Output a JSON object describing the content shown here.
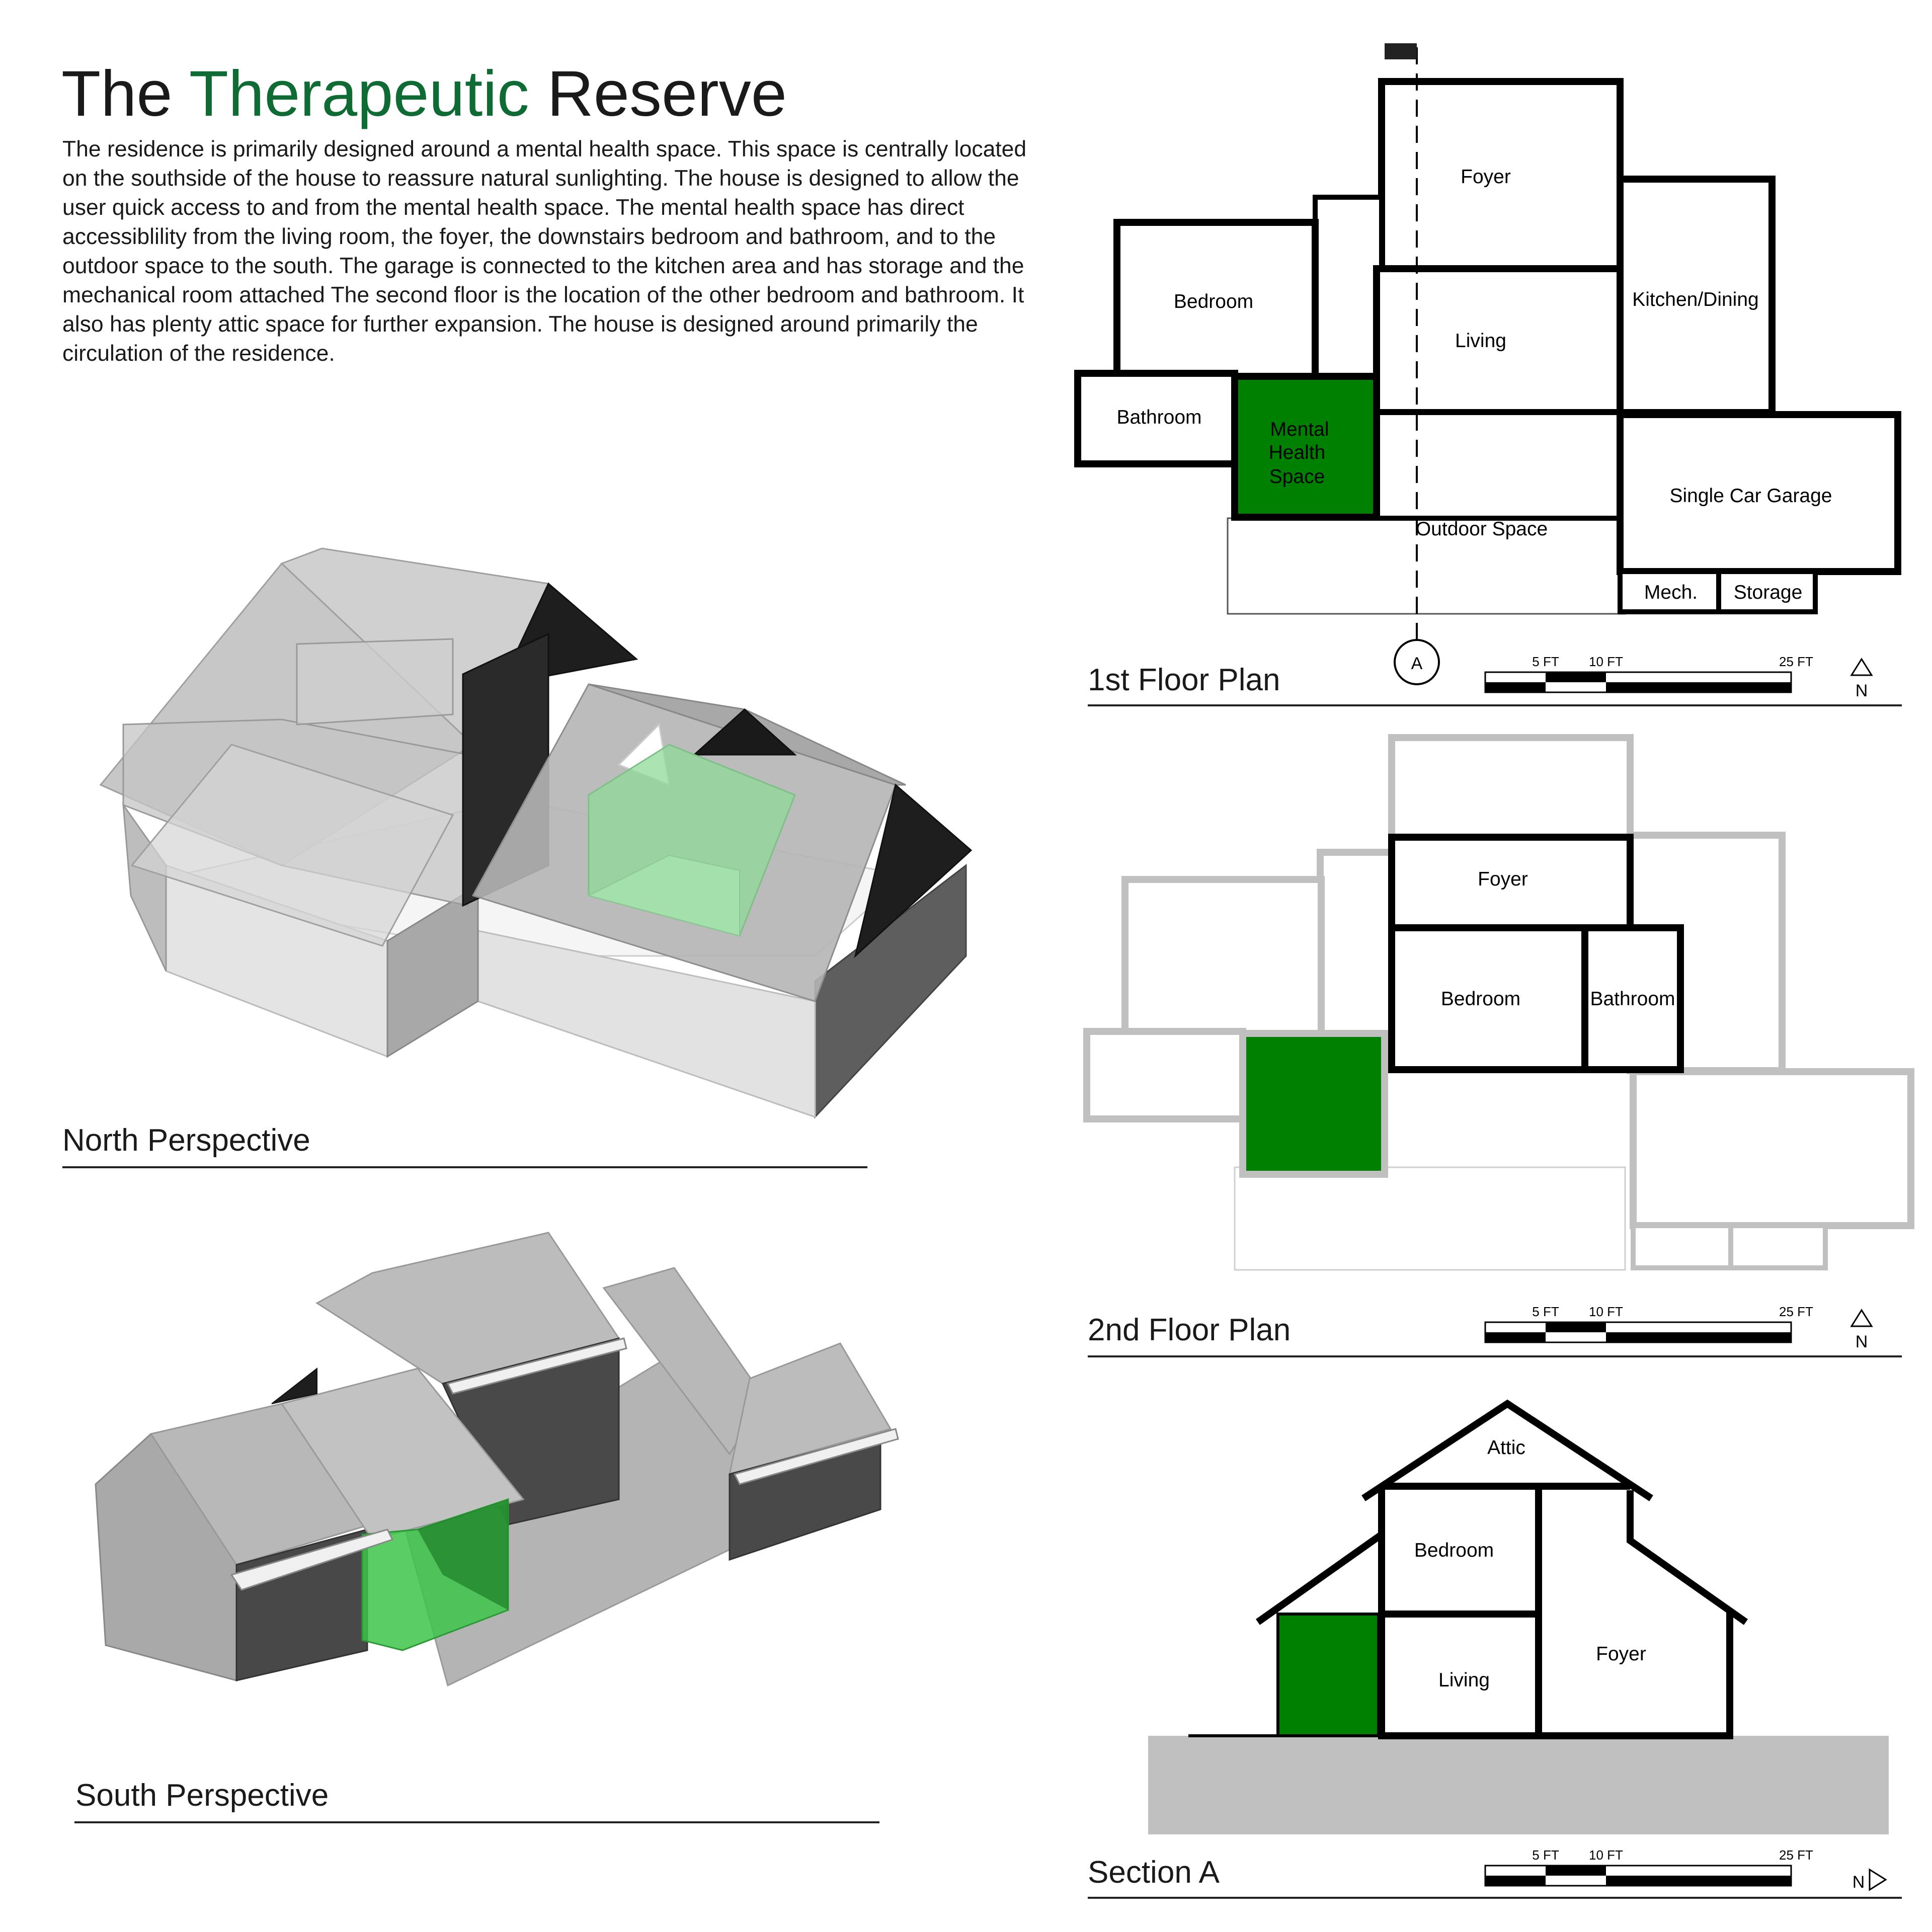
{
  "header": {
    "title_part1": "The",
    "title_accent": "Therapeutic",
    "title_part2": "Reserve",
    "description": "The residence is primarily designed around a mental health space. This space is centrally located on the southside of the house to reassure natural sunlighting. The house is designed to allow the user quick access to and from the mental health space. The mental health space has direct accessiblility from the living room, the foyer, the downstairs bedroom and bathroom, and to the outdoor space to the south. The garage is connected to the kitchen area and has storage and the mechanical room attached The second floor is the location of the other bedroom and bathroom.  It also has plenty attic space for further expansion. The house is designed around primarily the circulation of the residence."
  },
  "views": {
    "north_perspective": "North Perspective",
    "south_perspective": "South Perspective",
    "first_floor": "1st Floor Plan",
    "second_floor": "2nd Floor Plan",
    "section_a": "Section A"
  },
  "first_floor_rooms": {
    "foyer": "Foyer",
    "bedroom": "Bedroom",
    "kitchen": "Kitchen/Dining",
    "living": "Living",
    "bathroom": "Bathroom",
    "mental_line1": "Mental",
    "mental_line2": "Health",
    "mental_line3": "Space",
    "outdoor": "Outdoor Space",
    "garage": "Single Car Garage",
    "mech": "Mech.",
    "storage": "Storage",
    "section_marker": "A"
  },
  "second_floor_rooms": {
    "foyer": "Foyer",
    "bedroom": "Bedroom",
    "bathroom": "Bathroom"
  },
  "section_rooms": {
    "attic": "Attic",
    "bedroom": "Bedroom",
    "living": "Living",
    "foyer": "Foyer"
  },
  "scale": {
    "label_5": "5 FT",
    "label_10": "10 FT",
    "label_25": "25 FT"
  },
  "north_label": "N",
  "colors": {
    "accent_text": "#0e6b34",
    "mental_space": "#008000",
    "glass_green": "#7fd88a",
    "bright_green": "#3cc23c",
    "plan_line": "#000000",
    "faded_line": "#c0c0c0",
    "ground": "#c0c0c0"
  }
}
